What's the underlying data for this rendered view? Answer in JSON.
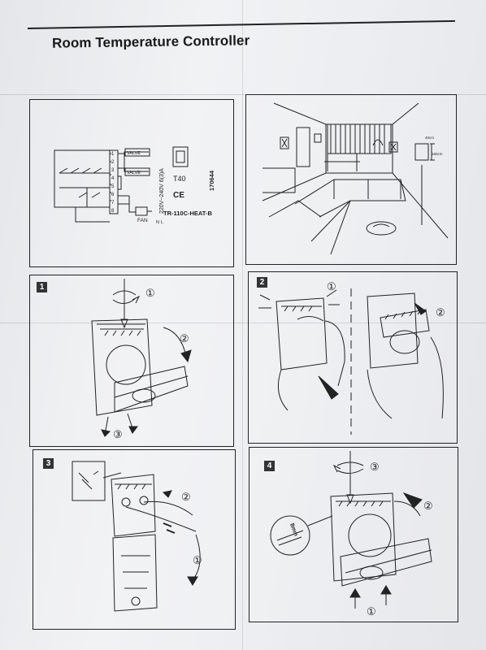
{
  "header": {
    "title": "Room Temperature Controller"
  },
  "wiring": {
    "terminals": [
      "1",
      "2",
      "3",
      "4",
      "5",
      "6",
      "7",
      "8"
    ],
    "valve_label_1": "VALVE",
    "valve_label_2": "VALVE",
    "fan_label": "FAN",
    "n_label": "N",
    "l_label": "L",
    "rating": "220V~240V 6(3)A",
    "temp_class": "T40",
    "ce_mark": "CE",
    "model": "TR-110C-HEAT-B",
    "code": "170644"
  },
  "room": {
    "dim_1": "40cm",
    "dim_2": "150cm"
  },
  "steps": [
    {
      "number": "1",
      "callouts": [
        "①",
        "②",
        "③"
      ]
    },
    {
      "number": "2",
      "callouts": [
        "①",
        "②"
      ]
    },
    {
      "number": "3",
      "callouts": [
        "②",
        "①"
      ]
    },
    {
      "number": "4",
      "callouts": [
        "③",
        "②",
        "①"
      ],
      "screw_label": "8mm"
    }
  ]
}
